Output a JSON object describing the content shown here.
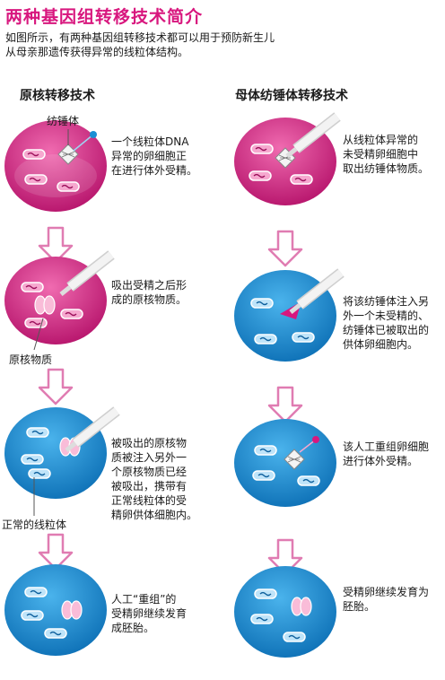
{
  "title": "两种基因组转移技术简介",
  "intro_line1": "如图所示，有两种基因组转移技术都可以用于预防新生儿",
  "intro_line2": "从母亲那遗传获得异常的线粒体结构。",
  "left": {
    "heading": "原核转移技术",
    "spindle_label": "纺锤体",
    "pronucleus_label": "原核物质",
    "mito_label": "正常的线粒体",
    "step1": [
      "一个线粒体DNA",
      "异常的卵细胞正",
      "在进行体外受精。"
    ],
    "step2": [
      "吸出受精之后形",
      "成的原核物质。"
    ],
    "step3": [
      "被吸出的原核物",
      "质被注入另外一",
      "个原核物质已经",
      "被吸出，携带有",
      "正常线粒体的受",
      "精卵供体细胞内。"
    ],
    "step4": [
      "人工“重组”的",
      "受精卵继续发育",
      "成胚胎。"
    ]
  },
  "right": {
    "heading": "母体纺锤体转移技术",
    "step1": [
      "从线粒体异常的",
      "未受精卵细胞中",
      "取出纺锤体物质。"
    ],
    "step2": [
      "将该纺锤体注入另",
      "外一个未受精的、",
      "纺锤体已被取出的",
      "供体卵细胞内。"
    ],
    "step3": [
      "该人工重组卵细胞",
      "进行体外受精。"
    ],
    "step4": [
      "受精卵继续发育为",
      "胚胎。"
    ]
  },
  "colors": {
    "title": "#d8177e",
    "abnormal": "#d8177e",
    "normal": "#1a8fd4",
    "arrow": "#e07cb2"
  }
}
